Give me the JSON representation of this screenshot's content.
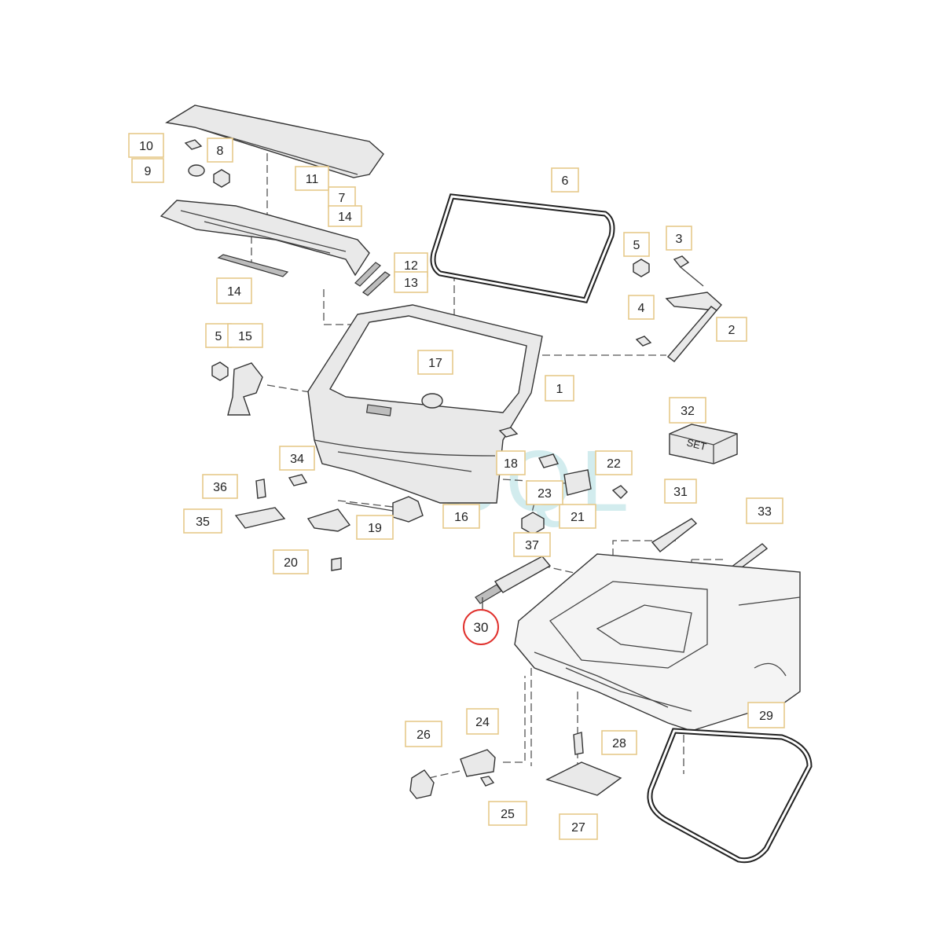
{
  "diagram": {
    "highlight": {
      "label": "30",
      "color": "#e0302c"
    },
    "callouts": [
      "1",
      "2",
      "3",
      "4",
      "5",
      "5",
      "6",
      "7",
      "8",
      "9",
      "10",
      "11",
      "12",
      "13",
      "14",
      "14",
      "15",
      "16",
      "17",
      "18",
      "19",
      "20",
      "21",
      "22",
      "23",
      "24",
      "25",
      "26",
      "27",
      "28",
      "29",
      "31",
      "32",
      "33",
      "34",
      "35",
      "36",
      "37"
    ],
    "kit_label": "SET",
    "watermark": "SQL"
  }
}
